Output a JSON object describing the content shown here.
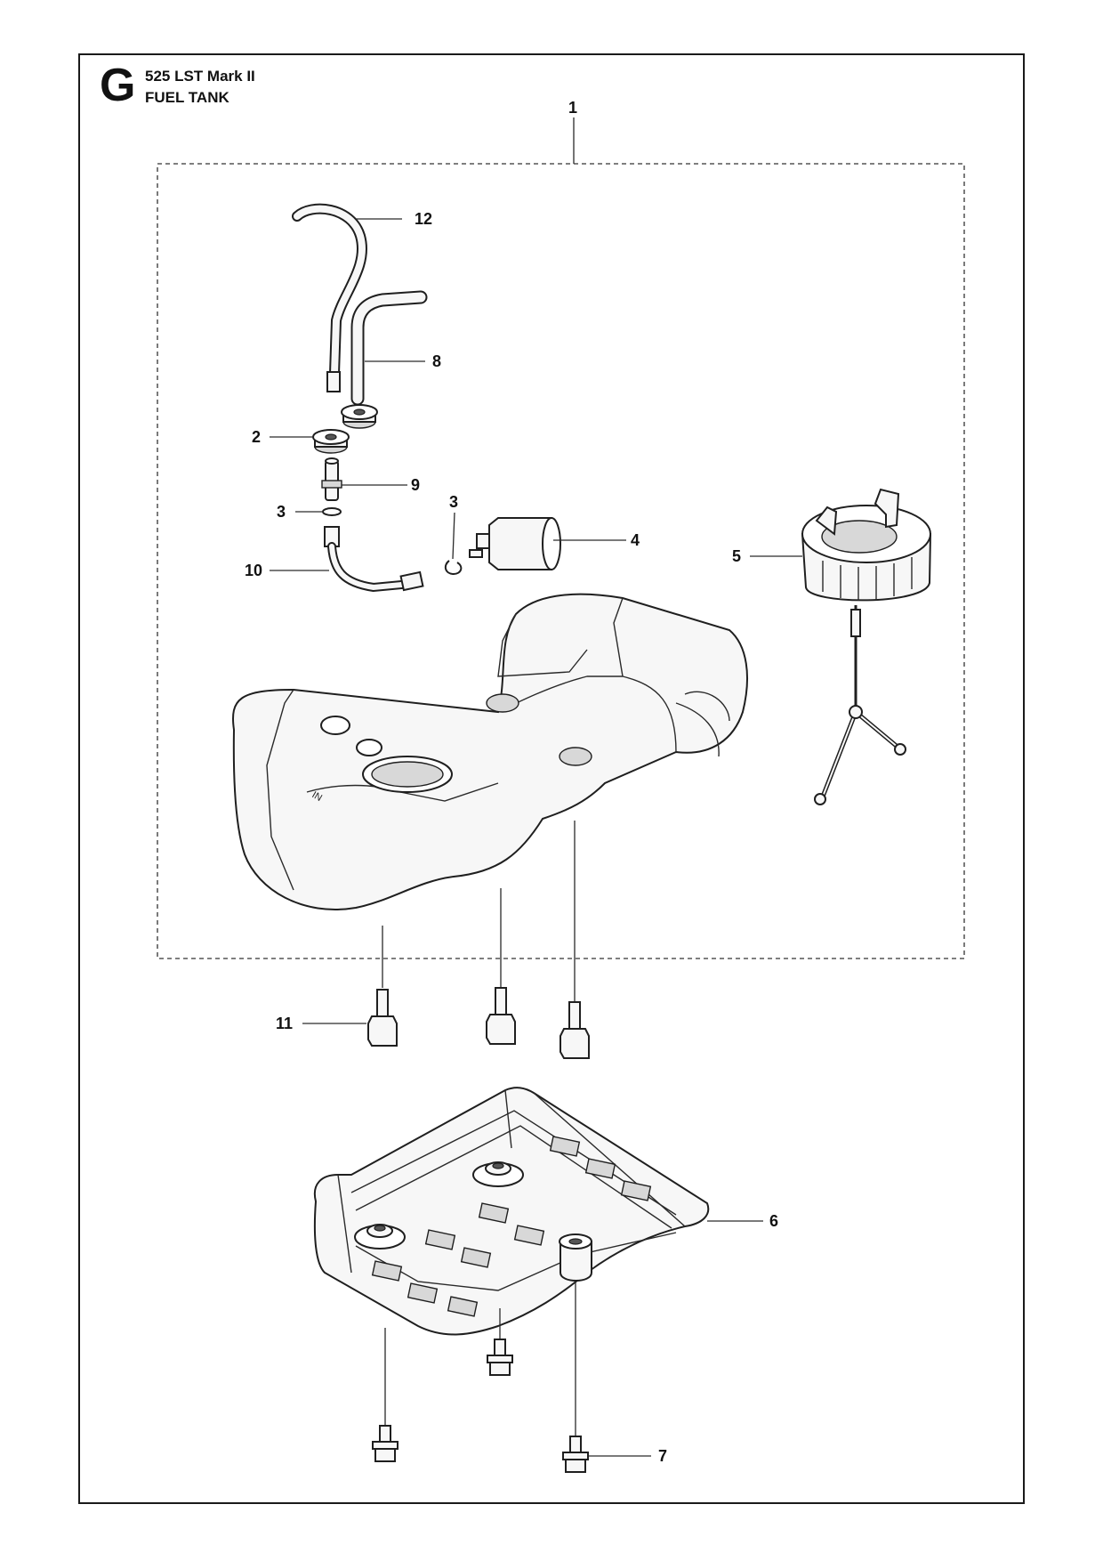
{
  "header": {
    "section_letter": "G",
    "model": "525 LST Mark II",
    "title": "FUEL TANK"
  },
  "callouts": [
    {
      "id": "c1",
      "label": "1"
    },
    {
      "id": "c12",
      "label": "12"
    },
    {
      "id": "c8",
      "label": "8"
    },
    {
      "id": "c2",
      "label": "2"
    },
    {
      "id": "c9",
      "label": "9"
    },
    {
      "id": "c3a",
      "label": "3"
    },
    {
      "id": "c3b",
      "label": "3"
    },
    {
      "id": "c4",
      "label": "4"
    },
    {
      "id": "c5",
      "label": "5"
    },
    {
      "id": "c10",
      "label": "10"
    },
    {
      "id": "c11",
      "label": "11"
    },
    {
      "id": "c6",
      "label": "6"
    },
    {
      "id": "c7",
      "label": "7"
    }
  ],
  "tank_marking": "IN"
}
